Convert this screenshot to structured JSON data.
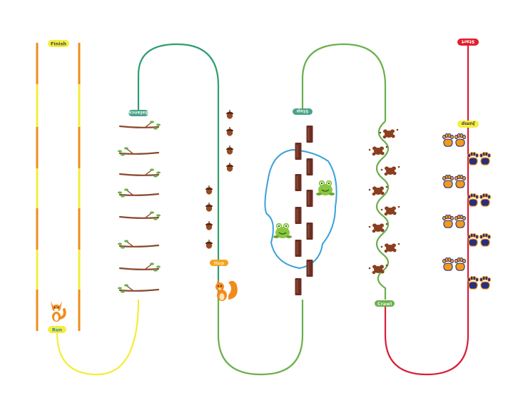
{
  "course": {
    "labels": {
      "finish": "Finish",
      "run": "Run",
      "start": "Start",
      "jump": "Jump",
      "hop": "Hop",
      "balance": "Balance",
      "crawl": "Crawl",
      "step": "Step"
    },
    "colors": {
      "yellow": "#f5ec3a",
      "orange": "#f08c1c",
      "green": "#6ab04c",
      "teal": "#2e9e6e",
      "blue": "#3aa0dc",
      "red": "#d71f3a",
      "brown": "#8a4a2c",
      "label_yellow": "#f4ee3c",
      "label_red": "#e0202f",
      "label_orange": "#f3a21f",
      "label_teal": "#4aa38b",
      "paw_orange": "#f19a1c",
      "paw_navy": "#2a2f7c"
    },
    "icons": {
      "fox": "fox-icon",
      "squirrel": "squirrel-icon",
      "frog": "frog-icon",
      "acorn": "acorn-icon",
      "branch": "branch-icon",
      "log": "log-icon",
      "mud": "mud-splat-icon",
      "paw": "paw-print-icon"
    }
  }
}
